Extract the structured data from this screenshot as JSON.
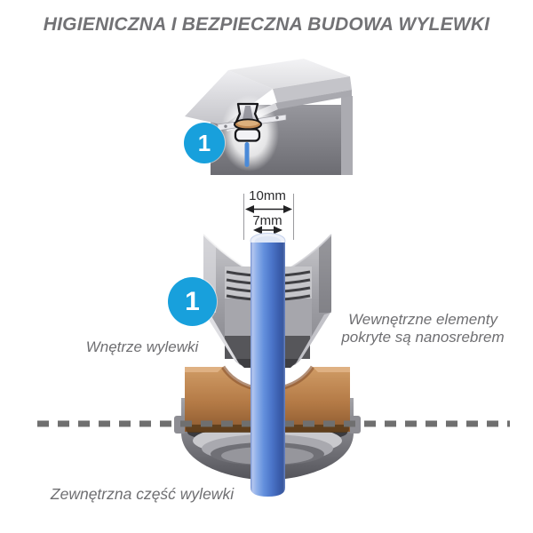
{
  "title": "HIGIENICZNA I BEZPIECZNA BUDOWA WYLEWKI",
  "sections": {
    "spout_exterior": {
      "badge": "1"
    },
    "spout_interior": {
      "badge": "1",
      "dim_outer": "10mm",
      "dim_inner": "7mm",
      "label_left": "Wnętrze wylewki",
      "label_right_line1": "Wewnętrzne elementy",
      "label_right_line2": "pokryte są nanosrebrem"
    },
    "spout_base": {
      "label": "Zewnętrzna część wylewki"
    }
  },
  "colors": {
    "badge_blue": "#18A0DC",
    "water_blue": "#4A77CC",
    "brass": "#B27844",
    "metal_gray": "#9A9AA0",
    "text_gray": "#6F6F72",
    "title_gray": "#727275",
    "dash_gray": "#6F6F6F"
  }
}
